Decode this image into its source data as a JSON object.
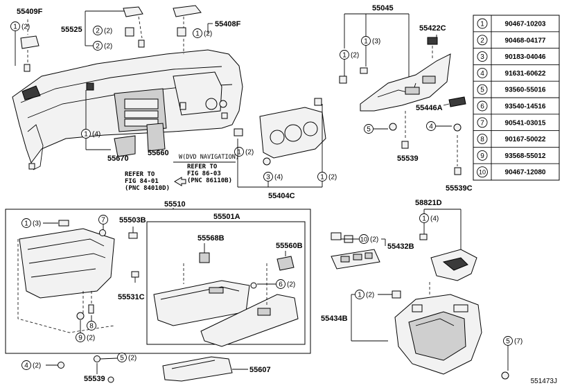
{
  "diagram_code": "551473J",
  "legend": [
    {
      "num": "1",
      "part": "90467-10203"
    },
    {
      "num": "2",
      "part": "90468-04177"
    },
    {
      "num": "3",
      "part": "90183-04046"
    },
    {
      "num": "4",
      "part": "91631-60622"
    },
    {
      "num": "5",
      "part": "93560-55016"
    },
    {
      "num": "6",
      "part": "93540-14516"
    },
    {
      "num": "7",
      "part": "90541-03015"
    },
    {
      "num": "8",
      "part": "90167-50022"
    },
    {
      "num": "9",
      "part": "93568-55012"
    },
    {
      "num": "10",
      "part": "90467-12080"
    }
  ],
  "part_labels": {
    "p55409F": "55409F",
    "p55525": "55525",
    "p55408F": "55408F",
    "p55045": "55045",
    "p55422C": "55422C",
    "p55446A": "55446A",
    "p55670": "55670",
    "p55660": "55660",
    "p55539a": "55539",
    "p55539C": "55539C",
    "p55404C": "55404C",
    "p55510": "55510",
    "p55501A": "55501A",
    "p58821D": "58821D",
    "p55503B": "55503B",
    "p55568B": "55568B",
    "p55560B": "55560B",
    "p55531C": "55531C",
    "p55432B": "55432B",
    "p55434B": "55434B",
    "p55607": "55607",
    "p55539b": "55539"
  },
  "qty": {
    "q2": "(2)",
    "q3": "(3)",
    "q4": "(4)",
    "q7": "(7)"
  },
  "notes": {
    "dvd": "W(DVD NAVIGATION)",
    "refer1": "REFER TO",
    "fig1": "FIG 84-01",
    "pnc1": "(PNC 84010D)",
    "refer2": "REFER TO",
    "fig2": "FIG 86-03",
    "pnc2": "(PNC 86110B)"
  }
}
